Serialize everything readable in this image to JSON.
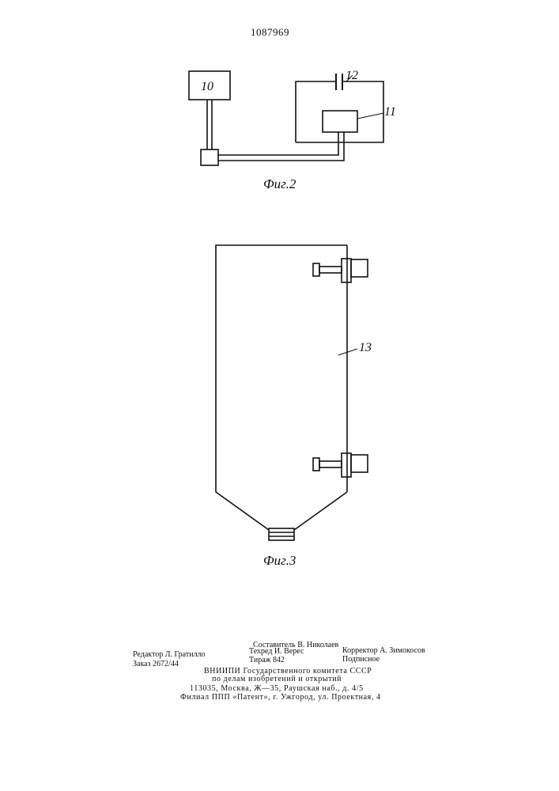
{
  "header": {
    "patent_number": "1087969"
  },
  "figure2": {
    "caption": "Фиг.2",
    "labels": {
      "block_10": "10",
      "capacitor_12": "12",
      "element_11": "11"
    }
  },
  "figure3": {
    "caption": "Фиг.3",
    "labels": {
      "vessel_13": "13"
    }
  },
  "imprint": {
    "compiler": "Составитель В. Николаев",
    "editor": "Редактор Л. Гратилло",
    "tech_editor": "Техред И. Верес",
    "corrector": "Корректор А. Зимокосов",
    "order": "Заказ 2672/44",
    "circulation": "Тираж 842",
    "subscription": "Подписное",
    "org_line1": "ВНИИПИ Государственного комитета СССР",
    "org_line2": "по делам изобретений и открытий",
    "address": "113035, Москва, Ж—35, Раушская наб., д. 4/5",
    "branch": "Филиал ППП «Патент», г. Ужгород, ул. Проектная, 4"
  }
}
